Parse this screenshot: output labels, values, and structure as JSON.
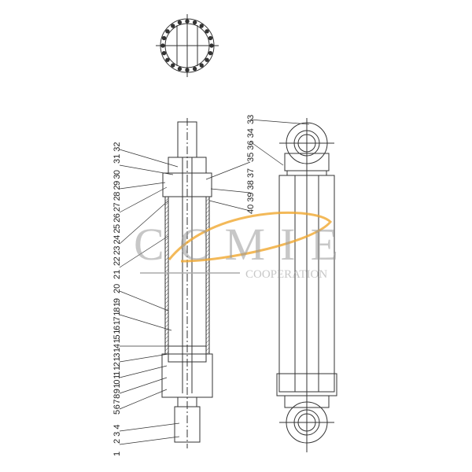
{
  "diagram": {
    "left_labels": [
      "1",
      "2 3 4",
      "5 6 7 8 9 10 11 12 13 14 15 16 17 18 19",
      "20",
      "21",
      "22 23 24 25 26 27 28 29 30",
      "31 32"
    ],
    "right_labels": [
      "33",
      "35 36 34",
      "40 39 38 37"
    ],
    "watermark": {
      "logo": "CCMIE",
      "subtitle": "COOPERATION",
      "swoosh_color": "#f0a830"
    },
    "line_color": "#333333"
  }
}
